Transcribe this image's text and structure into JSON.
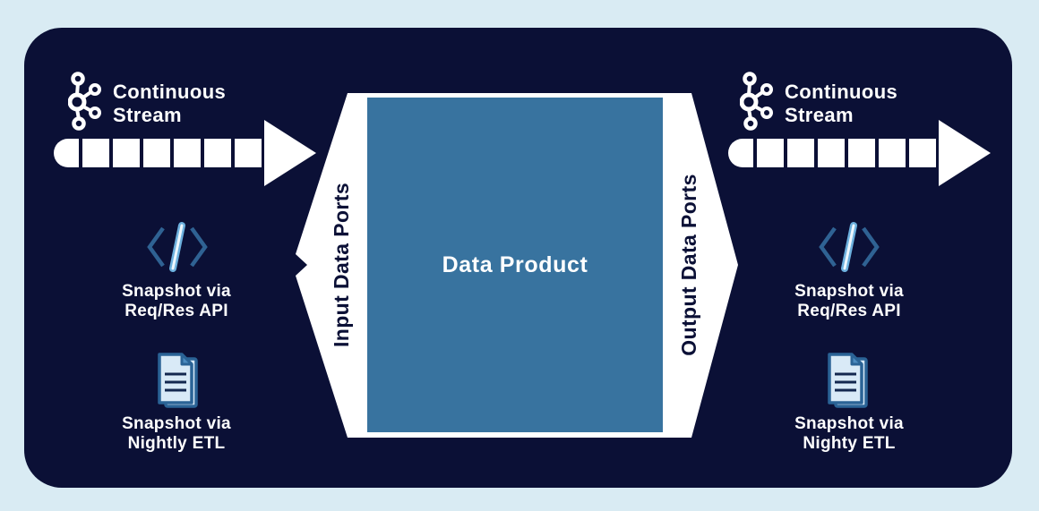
{
  "diagram": {
    "colors": {
      "outer_bg": "#d9ebf3",
      "panel_bg": "#0b1036",
      "product_fill": "#38739f",
      "white": "#ffffff",
      "bracket_blue": "#2f6293",
      "slash_blue": "#6cb0de",
      "slash_core": "#eef7fd",
      "doc_border": "#2a6396",
      "doc_fill": "#d9eaf7",
      "doc_fold": "#4d8cc0",
      "doc_lines": "#14284f"
    },
    "arrow": {
      "segments": 6
    },
    "center": {
      "product_label": "Data Product",
      "input_ports_label": "Input Data Ports",
      "output_ports_label": "Output Data Ports"
    },
    "left": {
      "stream_label": "Continuous\nStream",
      "api_label": "Snapshot via\nReq/Res API",
      "etl_label": "Snapshot via\nNightly ETL",
      "stream_icon": "kafka-stream-icon",
      "api_icon": "code-brackets-icon",
      "etl_icon": "document-icon",
      "flow_icon": "segmented-arrow-icon"
    },
    "right": {
      "stream_label": "Continuous\nStream",
      "api_label": "Snapshot via\nReq/Res API",
      "etl_label": "Snapshot via\nNighty ETL",
      "stream_icon": "kafka-stream-icon",
      "api_icon": "code-brackets-icon",
      "etl_icon": "document-icon",
      "flow_icon": "segmented-arrow-icon"
    }
  }
}
